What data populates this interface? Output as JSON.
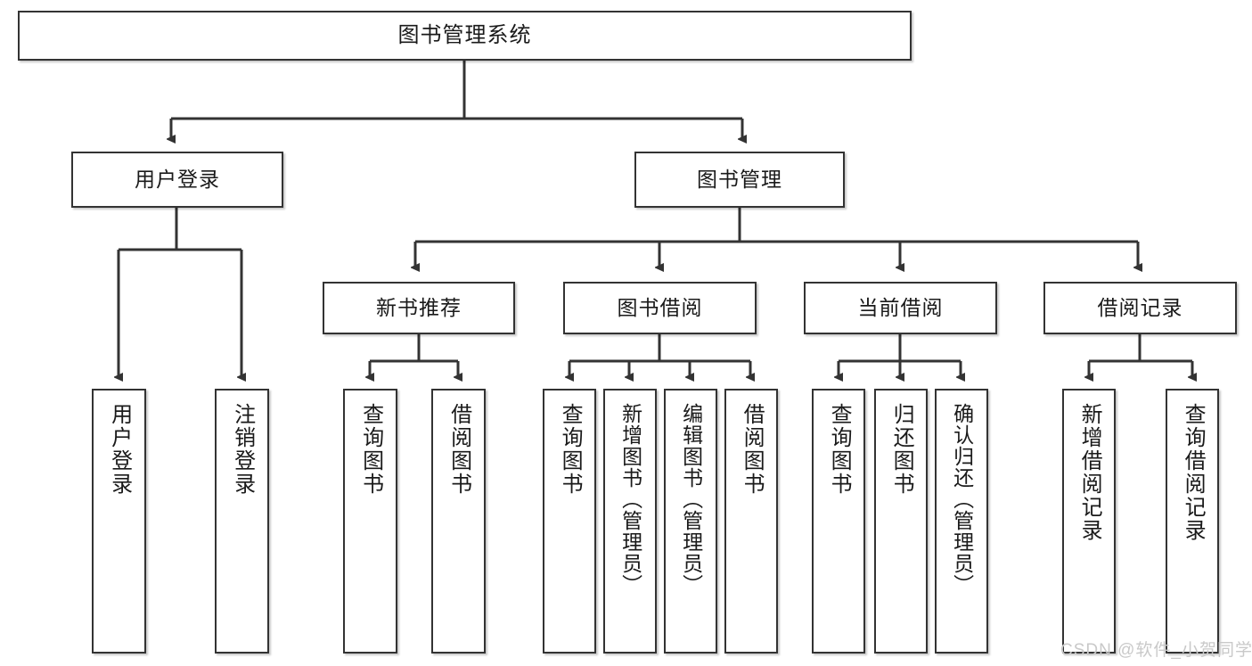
{
  "diagram": {
    "type": "tree-hierarchy",
    "title": "图书管理系统",
    "root": {
      "label": "图书管理系统"
    },
    "level2": [
      {
        "label": "用户登录"
      },
      {
        "label": "图书管理"
      }
    ],
    "level3": [
      {
        "label": "新书推荐"
      },
      {
        "label": "图书借阅"
      },
      {
        "label": "当前借阅"
      },
      {
        "label": "借阅记录"
      }
    ],
    "leaves": {
      "user_login": [
        {
          "label": "用户登录"
        },
        {
          "label": "注销登录"
        }
      ],
      "new_book_recommend": [
        {
          "label": "查询图书"
        },
        {
          "label": "借阅图书"
        }
      ],
      "book_borrow": [
        {
          "label": "查询图书"
        },
        {
          "label": "新增图书（管理员）"
        },
        {
          "label": "编辑图书（管理员）"
        },
        {
          "label": "借阅图书"
        }
      ],
      "current_borrow": [
        {
          "label": "查询图书"
        },
        {
          "label": "归还图书"
        },
        {
          "label": "确认归还（管理员）"
        }
      ],
      "borrow_record": [
        {
          "label": "新增借阅记录"
        },
        {
          "label": "查询借阅记录"
        }
      ]
    },
    "colors": {
      "box_border": "#333333",
      "box_fill": "#ffffff",
      "edge": "#333333",
      "text": "#1a1a1a",
      "watermark": "#c9c9c9"
    }
  },
  "watermark": {
    "text": "CSDN @软件_小贺同学"
  }
}
